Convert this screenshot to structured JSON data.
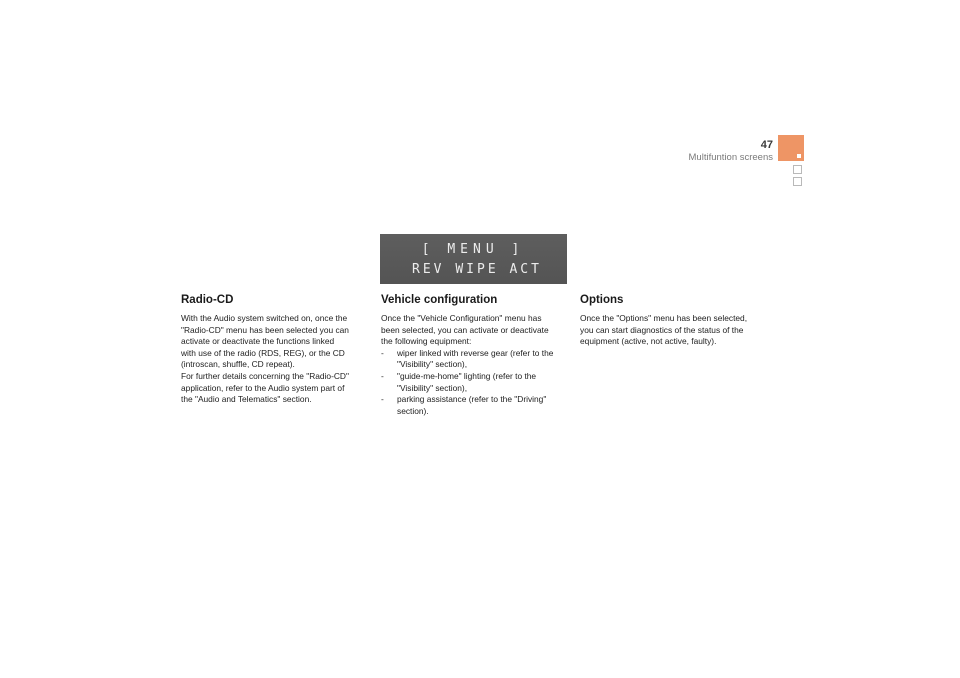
{
  "header": {
    "page_number": "47",
    "chapter_title": "Multifuntion screens"
  },
  "display": {
    "line1": "[ MENU ]",
    "line2": "REV WIPE ACT"
  },
  "sections": {
    "radio_cd": {
      "title": "Radio-CD",
      "lines": [
        "With the Audio system switched on, once the",
        "\"Radio-CD\" menu has been selected you can",
        "activate or deactivate the functions linked",
        "with use of the radio (RDS, REG), or the CD",
        "(introscan, shuffle, CD repeat).",
        "For further details concerning the \"Radio-CD\"",
        "application, refer to the Audio system part of",
        "the \"Audio and Telematics\" section."
      ]
    },
    "vehicle_configuration": {
      "title": "Vehicle configuration",
      "intro_lines": [
        "Once the \"Vehicle Configuration\" menu has",
        "been selected, you can activate or deactivate",
        "the following equipment:"
      ],
      "items": [
        {
          "dash": "-",
          "lines": [
            "wiper linked with reverse gear (refer to the",
            "\"Visibility\" section),"
          ]
        },
        {
          "dash": "-",
          "lines": [
            "\"guide-me-home\" lighting (refer to the",
            "\"Visibility\" section),"
          ]
        },
        {
          "dash": "-",
          "lines": [
            "parking assistance (refer to the \"Driving\"",
            "section)."
          ]
        }
      ]
    },
    "options": {
      "title": "Options",
      "lines": [
        "Once the \"Options\" menu has been selected,",
        "you can start diagnostics of the status of the",
        "equipment (active, not active, faulty)."
      ]
    }
  }
}
